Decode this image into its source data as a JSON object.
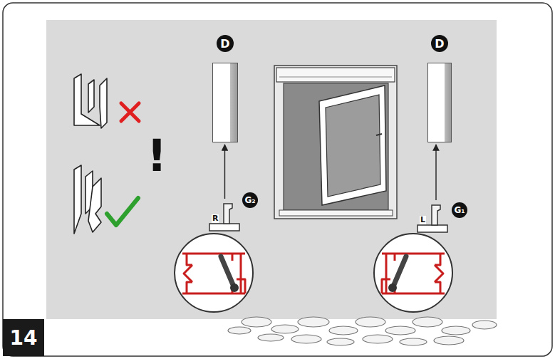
{
  "diagram": {
    "nodes": [
      {
        "text": [
          "D"
        ]
      },
      {
        "text": [
          "D"
        ]
      },
      {
        "text": [
          "R"
        ]
      },
      {
        "text": [
          "L"
        ]
      },
      {
        "text": [
          "14"
        ]
      }
    ],
    "edges": [
      {
        "from": 2,
        "to": 0,
        "arrow": "to"
      },
      {
        "from": 3,
        "to": 1,
        "arrow": "to"
      }
    ],
    "labels": [
      "!",
      "G₂",
      "G₁"
    ]
  }
}
